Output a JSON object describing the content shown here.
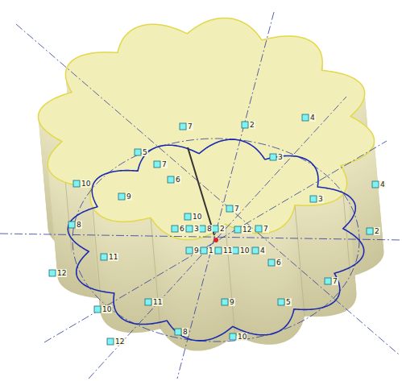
{
  "diagram": {
    "labels": [
      "4",
      "2",
      "7",
      "5",
      "3",
      "7",
      "6",
      "10",
      "4",
      "9",
      "3",
      "7",
      "10",
      "8",
      "6",
      "3",
      "8",
      "2",
      "12",
      "7",
      "2",
      "9",
      "1",
      "11",
      "10",
      "4",
      "11",
      "6",
      "12",
      "7",
      "11",
      "9",
      "5",
      "10",
      "8",
      "10",
      "12"
    ]
  }
}
